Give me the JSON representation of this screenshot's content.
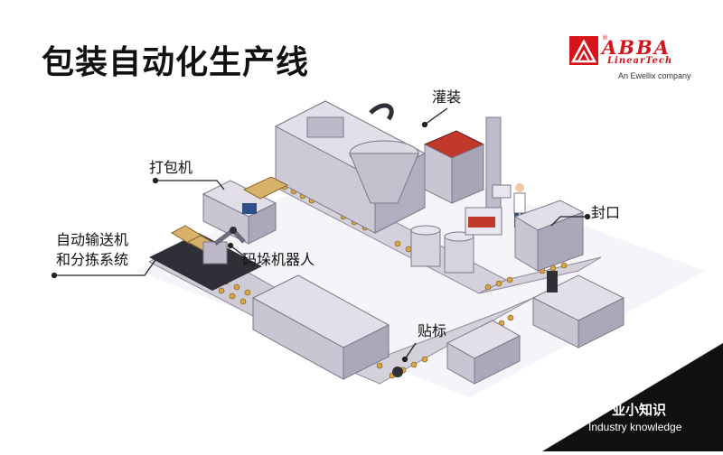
{
  "title": "包装自动化生产线",
  "logo": {
    "brand": "ABBA",
    "sub": "LinearTech",
    "tagline": "An Ewellix company",
    "registered": "®",
    "color": "#d6141c"
  },
  "callouts": {
    "filling": "灌装",
    "packing": "打包机",
    "conveying_line1": "自动输送机",
    "conveying_line2": "和分拣系统",
    "palletizing_robot": "码垛机器人",
    "sealing": "封口",
    "labeling": "贴标"
  },
  "badge": {
    "cn": "产业小知识",
    "en": "Industry knowledge",
    "color": "#111111"
  },
  "colors": {
    "machine": "#c9c5d3",
    "machine_dark": "#8e8a9b",
    "conveyor": "#3a3a44",
    "product": "#d9a441",
    "product_red": "#c0392b",
    "pallet": "#d8b26a"
  }
}
